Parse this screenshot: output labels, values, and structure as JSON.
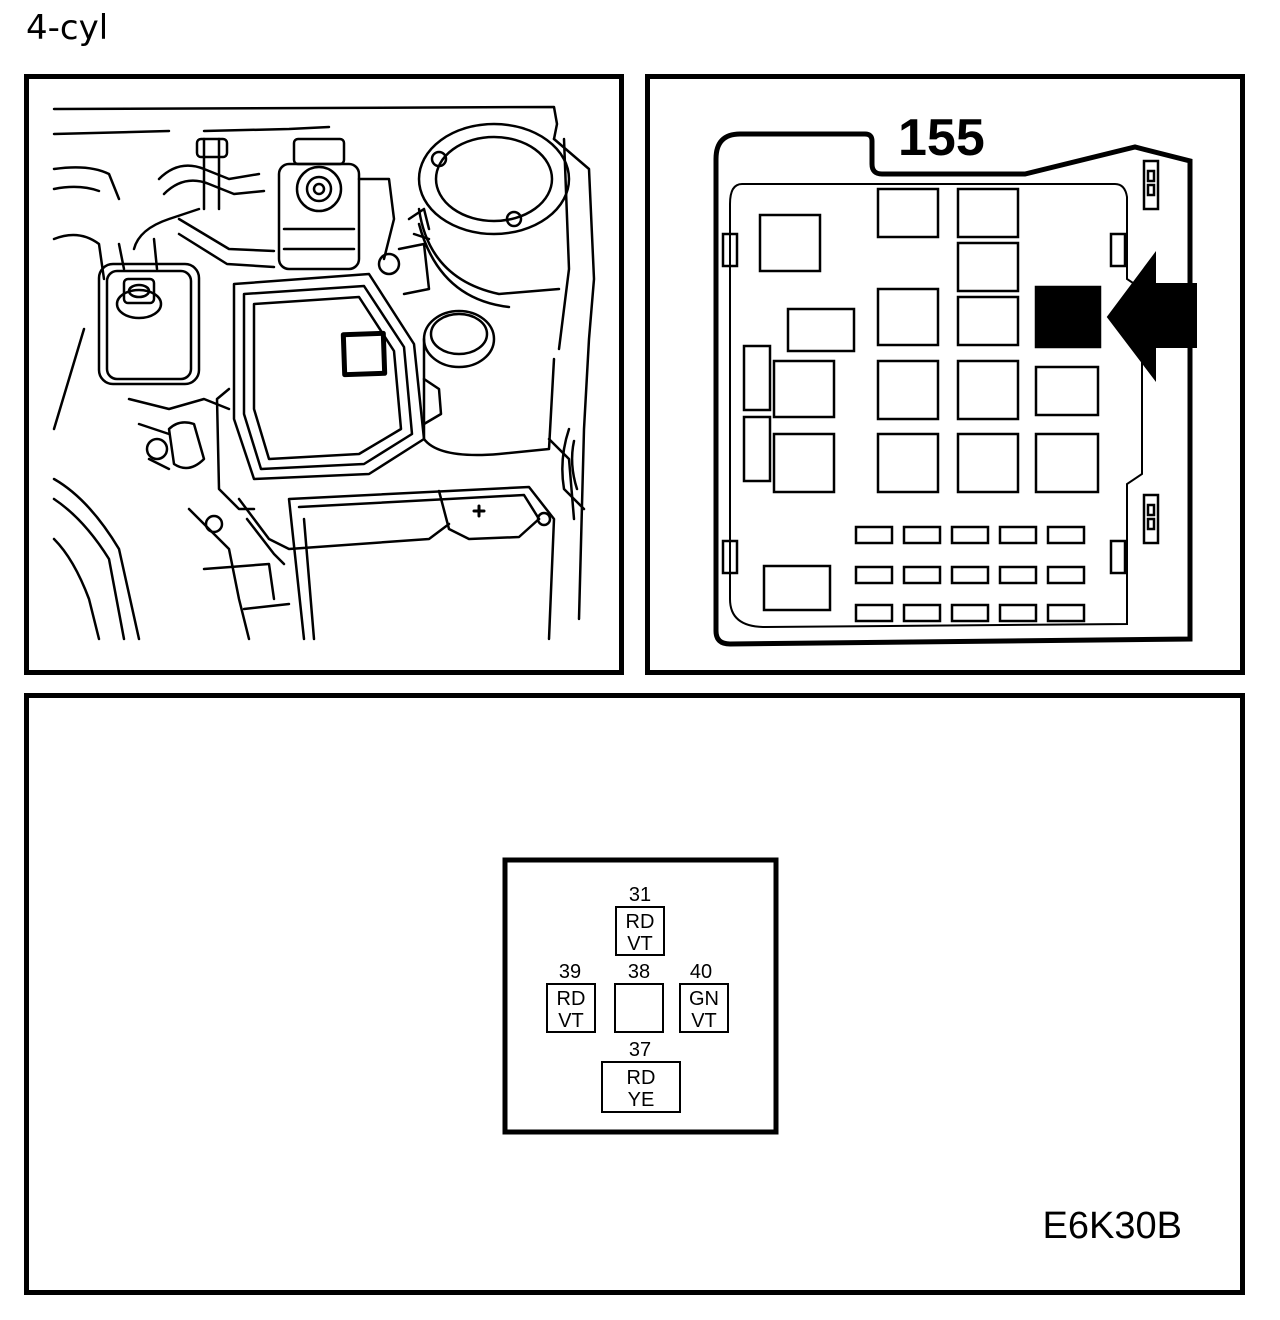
{
  "header": {
    "variant": "4-cyl"
  },
  "fuse_box": {
    "label": "155"
  },
  "connector": {
    "pins": [
      {
        "number": "31",
        "wire_top": "RD",
        "wire_bottom": "VT"
      },
      {
        "number": "39",
        "wire_top": "RD",
        "wire_bottom": "VT"
      },
      {
        "number": "38",
        "wire_top": "",
        "wire_bottom": ""
      },
      {
        "number": "40",
        "wire_top": "GN",
        "wire_bottom": "VT"
      },
      {
        "number": "37",
        "wire_top": "RD",
        "wire_bottom": "YE"
      }
    ]
  },
  "footer": {
    "figure_id": "E6K30B"
  }
}
